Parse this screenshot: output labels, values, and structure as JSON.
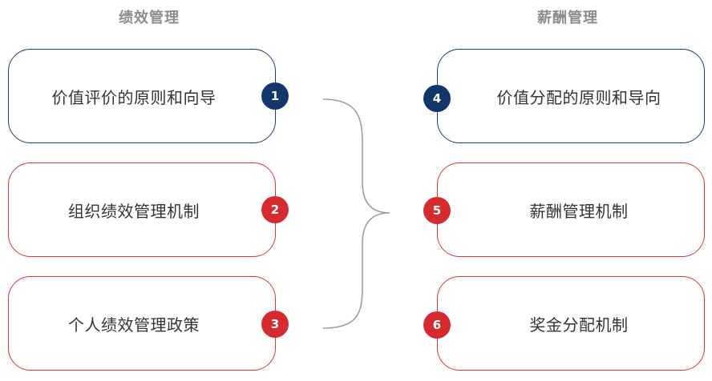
{
  "headers": {
    "left": "绩效管理",
    "right": "薪酬管理"
  },
  "left_items": [
    {
      "number": "1",
      "label": "价值评价的原则和向导",
      "color": "#12386a"
    },
    {
      "number": "2",
      "label": "组织绩效管理机制",
      "color": "#d62a31"
    },
    {
      "number": "3",
      "label": "个人绩效管理政策",
      "color": "#d62a31"
    }
  ],
  "right_items": [
    {
      "number": "4",
      "label": "价值分配的原则和导向",
      "color": "#12386a"
    },
    {
      "number": "5",
      "label": "薪酬管理机制",
      "color": "#d62a31"
    },
    {
      "number": "6",
      "label": "奖金分配机制",
      "color": "#d62a31"
    }
  ],
  "colors": {
    "header": "#8c8c8c",
    "blue": "#12386a",
    "red": "#d62a31",
    "brace": "#9e9e9e"
  }
}
